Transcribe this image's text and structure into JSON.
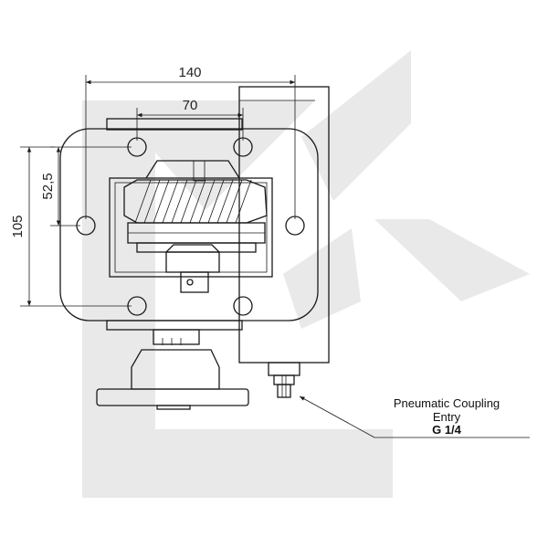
{
  "dimensions": {
    "width_overall": "140",
    "hole_spacing_horizontal": "70",
    "hole_spacing_vertical": "52,5",
    "height_overall": "105"
  },
  "callout": {
    "line1": "Pneumatic Coupling",
    "line2": "Entry",
    "line3": "G 1/4"
  },
  "colors": {
    "line": "#1a1a1a",
    "watermark": "#e9e9e9",
    "background": "#ffffff"
  }
}
